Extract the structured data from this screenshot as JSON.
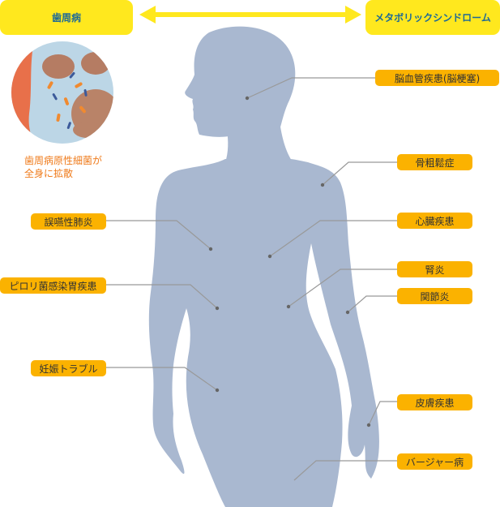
{
  "header": {
    "left_label": "歯周病",
    "right_label": "メタボリックシンドローム",
    "arrow": "double-headed-arrow"
  },
  "inset": {
    "image": "bacteria-illustration",
    "caption_line1": "歯周病原性細菌が",
    "caption_line2": "全身に拡散"
  },
  "labels": {
    "cerebrovascular": "脳血管疾患(脳梗塞)",
    "osteoporosis": "骨粗鬆症",
    "aspiration_pneumonia": "誤嚥性肺炎",
    "heart_disease": "心臓疾患",
    "pylori": "ピロリ菌感染胃疾患",
    "nephritis": "腎炎",
    "arthritis": "関節炎",
    "pregnancy": "妊娠トラブル",
    "skin_disease": "皮膚疾患",
    "buerger": "バージャー病"
  },
  "colors": {
    "header_yellow": "#ffe81e",
    "header_text": "#1e6a96",
    "label_orange": "#fbb200",
    "caption_orange": "#ef7a1a",
    "silhouette": "#a9b8d0",
    "leader_line": "#999999"
  }
}
